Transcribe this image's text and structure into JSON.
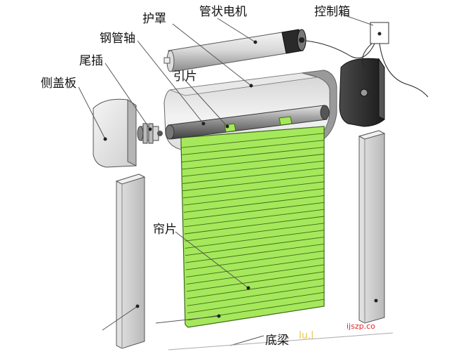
{
  "labels": {
    "tube_motor": "管状电机",
    "control_box": "控制箱",
    "cover": "护罩",
    "steel_shaft": "钢管轴",
    "tail_plug": "尾插",
    "side_cover": "侧盖板",
    "lead_slat": "引片",
    "curtain_slat": "帘片",
    "bottom_beam": "底梁"
  },
  "watermark": {
    "site": "ijszp.co",
    "tail": "lu.l"
  },
  "colors": {
    "curtain": "#a6e85c",
    "curtain_line": "#3d6b16",
    "metal": "#c9c9c9",
    "dark": "#2c2c2c",
    "leader": "#555555",
    "watermark": "#e02a2a"
  }
}
